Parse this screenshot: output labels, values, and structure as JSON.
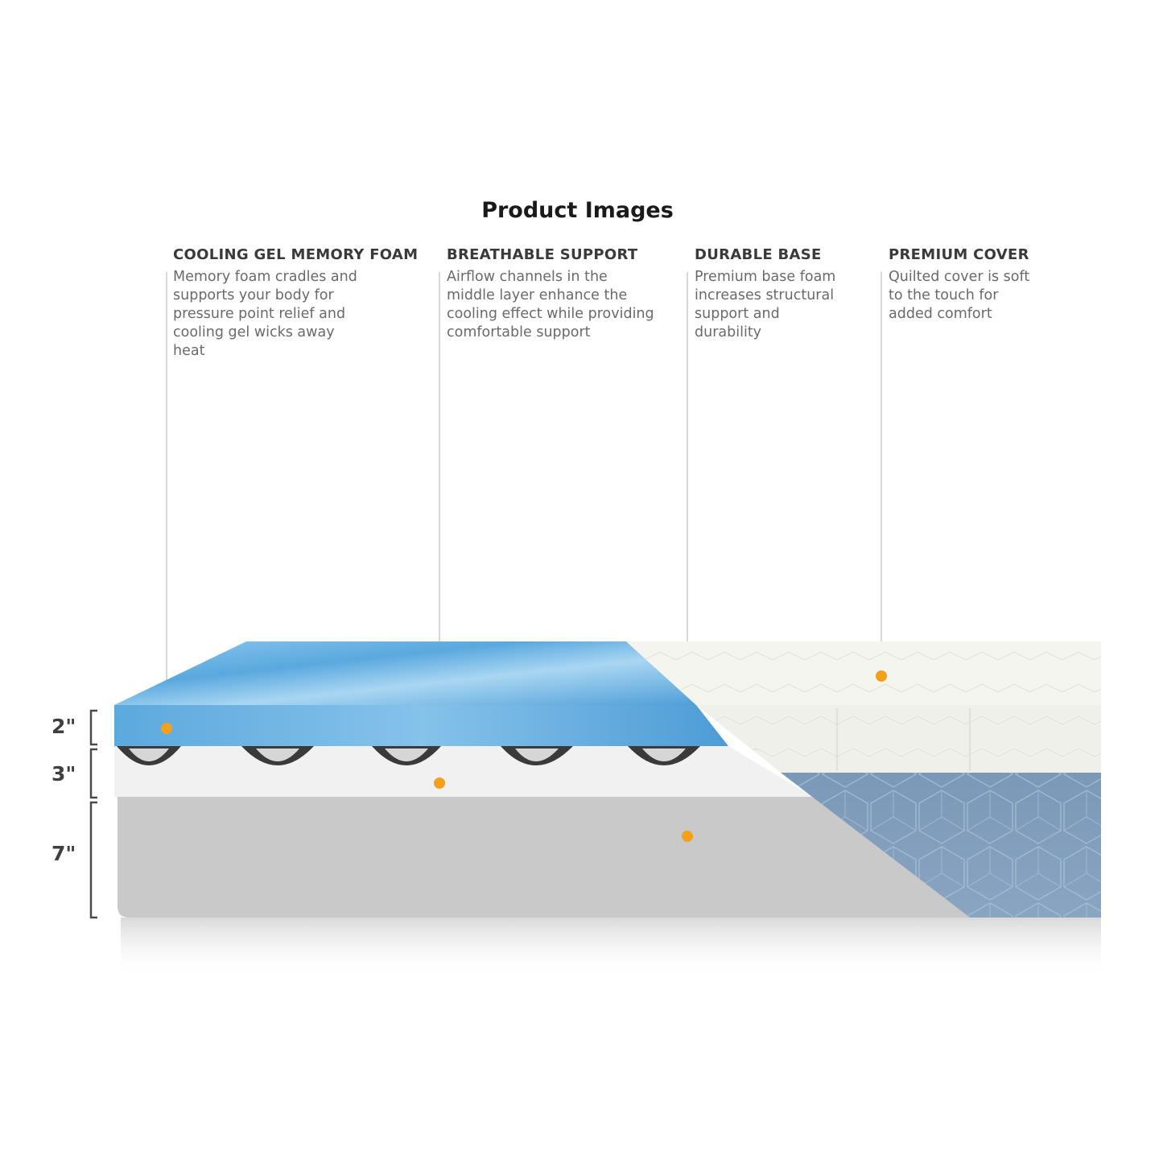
{
  "title": "Product Images",
  "features": [
    {
      "heading": "COOLING GEL MEMORY FOAM",
      "text": "Memory foam cradles and supports your body for pressure point relief and cooling gel wicks away heat"
    },
    {
      "heading": "BREATHABLE SUPPORT",
      "text": "Airflow channels in the middle layer enhance the cooling effect while providing comfortable support"
    },
    {
      "heading": "DURABLE BASE",
      "text": "Premium base foam increases structural support and durability"
    },
    {
      "heading": "PREMIUM COVER",
      "text": "Quilted cover is soft to the touch for added comfort"
    }
  ],
  "layer_heights": [
    "2\"",
    "3\"",
    "7\""
  ],
  "colors": {
    "marker": "#f5a01a",
    "gel_foam": "#6bb3e3",
    "support_foam": "#f2f2f2",
    "base_foam": "#c8c8c8",
    "cover_top": "#f4f4ee",
    "cover_side": "#7f9cba"
  }
}
